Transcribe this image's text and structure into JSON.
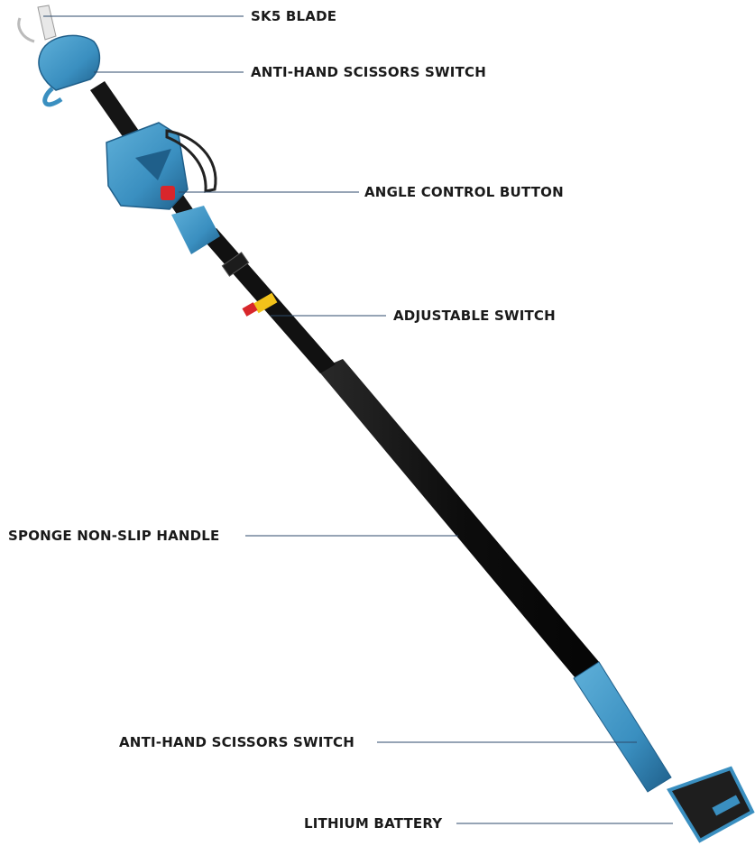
{
  "callouts": {
    "blade": "SK5 BLADE",
    "switch_top": "ANTI-HAND SCISSORS SWITCH",
    "angle_button": "ANGLE CONTROL BUTTON",
    "adjustable_switch": "ADJUSTABLE SWITCH",
    "handle": "SPONGE NON-SLIP HANDLE",
    "switch_bottom": "ANTI-HAND SCISSORS SWITCH",
    "battery": "LITHIUM BATTERY"
  },
  "colors": {
    "body_blue": "#3a8fc0",
    "body_blue_dark": "#1f5f8a",
    "pole_black": "#141414",
    "accent_red": "#d8262b",
    "accent_yellow": "#f2c21a",
    "leader_line": "#2d4a6b"
  }
}
